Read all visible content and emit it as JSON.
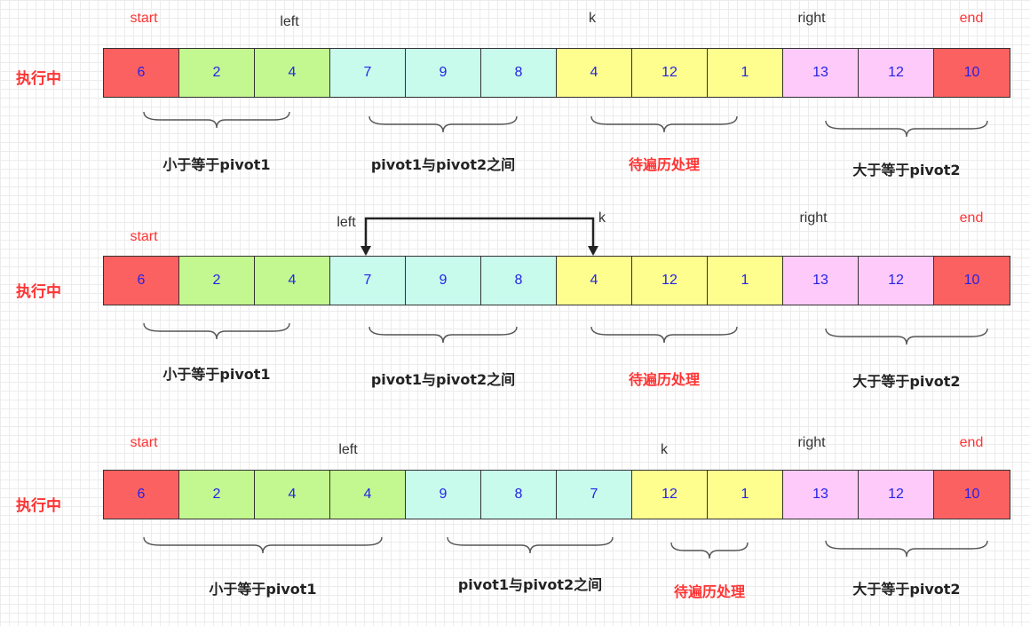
{
  "colors": {
    "end_cell": "#fc6161",
    "le_pivot1": "#c3f78f",
    "between": "#c8fbec",
    "unprocessed": "#fefe8f",
    "ge_pivot2": "#fdcaf9",
    "pointer_red": "#ff3333",
    "pointer_dark": "#333333",
    "cell_text": "#2323e8",
    "caption_dark": "#222222",
    "caption_red": "#ff3333"
  },
  "rows": [
    {
      "label": "执行中",
      "cells": [
        {
          "value": "6",
          "zone": "end_cell"
        },
        {
          "value": "2",
          "zone": "le_pivot1"
        },
        {
          "value": "4",
          "zone": "le_pivot1"
        },
        {
          "value": "7",
          "zone": "between"
        },
        {
          "value": "9",
          "zone": "between"
        },
        {
          "value": "8",
          "zone": "between"
        },
        {
          "value": "4",
          "zone": "unprocessed"
        },
        {
          "value": "12",
          "zone": "unprocessed"
        },
        {
          "value": "1",
          "zone": "unprocessed"
        },
        {
          "value": "13",
          "zone": "ge_pivot2"
        },
        {
          "value": "12",
          "zone": "ge_pivot2"
        },
        {
          "value": "10",
          "zone": "end_cell"
        }
      ],
      "pointers": [
        {
          "text": "start",
          "color": "pointer_red"
        },
        {
          "text": "left",
          "color": "pointer_dark"
        },
        {
          "text": "k",
          "color": "pointer_dark"
        },
        {
          "text": "right",
          "color": "pointer_dark"
        },
        {
          "text": "end",
          "color": "pointer_red"
        }
      ],
      "groups": [
        {
          "caption": "小于等于pivot1",
          "color": "caption_dark"
        },
        {
          "caption": "pivot1与pivot2之间",
          "color": "caption_dark"
        },
        {
          "caption": "待遍历处理",
          "color": "caption_red"
        },
        {
          "caption": "大于等于pivot2",
          "color": "caption_dark"
        }
      ]
    },
    {
      "label": "执行中",
      "cells": [
        {
          "value": "6",
          "zone": "end_cell"
        },
        {
          "value": "2",
          "zone": "le_pivot1"
        },
        {
          "value": "4",
          "zone": "le_pivot1"
        },
        {
          "value": "7",
          "zone": "between"
        },
        {
          "value": "9",
          "zone": "between"
        },
        {
          "value": "8",
          "zone": "between"
        },
        {
          "value": "4",
          "zone": "unprocessed"
        },
        {
          "value": "12",
          "zone": "unprocessed"
        },
        {
          "value": "1",
          "zone": "unprocessed"
        },
        {
          "value": "13",
          "zone": "ge_pivot2"
        },
        {
          "value": "12",
          "zone": "ge_pivot2"
        },
        {
          "value": "10",
          "zone": "end_cell"
        }
      ],
      "pointers": [
        {
          "text": "start",
          "color": "pointer_red"
        },
        {
          "text": "left",
          "color": "pointer_dark"
        },
        {
          "text": "k",
          "color": "pointer_dark"
        },
        {
          "text": "right",
          "color": "pointer_dark"
        },
        {
          "text": "end",
          "color": "pointer_red"
        }
      ],
      "groups": [
        {
          "caption": "小于等于pivot1",
          "color": "caption_dark"
        },
        {
          "caption": "pivot1与pivot2之间",
          "color": "caption_dark"
        },
        {
          "caption": "待遍历处理",
          "color": "caption_red"
        },
        {
          "caption": "大于等于pivot2",
          "color": "caption_dark"
        }
      ]
    },
    {
      "label": "执行中",
      "cells": [
        {
          "value": "6",
          "zone": "end_cell"
        },
        {
          "value": "2",
          "zone": "le_pivot1"
        },
        {
          "value": "4",
          "zone": "le_pivot1"
        },
        {
          "value": "4",
          "zone": "le_pivot1"
        },
        {
          "value": "9",
          "zone": "between"
        },
        {
          "value": "8",
          "zone": "between"
        },
        {
          "value": "7",
          "zone": "between"
        },
        {
          "value": "12",
          "zone": "unprocessed"
        },
        {
          "value": "1",
          "zone": "unprocessed"
        },
        {
          "value": "13",
          "zone": "ge_pivot2"
        },
        {
          "value": "12",
          "zone": "ge_pivot2"
        },
        {
          "value": "10",
          "zone": "end_cell"
        }
      ],
      "pointers": [
        {
          "text": "start",
          "color": "pointer_red"
        },
        {
          "text": "left",
          "color": "pointer_dark"
        },
        {
          "text": "k",
          "color": "pointer_dark"
        },
        {
          "text": "right",
          "color": "pointer_dark"
        },
        {
          "text": "end",
          "color": "pointer_red"
        }
      ],
      "groups": [
        {
          "caption": "小于等于pivot1",
          "color": "caption_dark"
        },
        {
          "caption": "pivot1与pivot2之间",
          "color": "caption_dark"
        },
        {
          "caption": "待遍历处理",
          "color": "caption_red"
        },
        {
          "caption": "大于等于pivot2",
          "color": "caption_dark"
        }
      ]
    }
  ]
}
